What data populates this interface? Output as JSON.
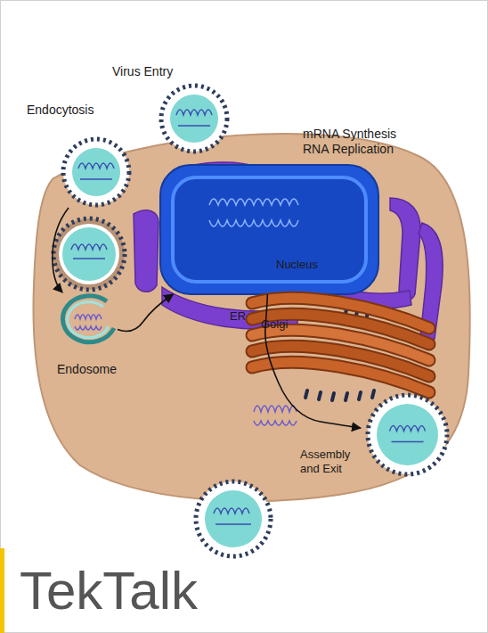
{
  "diagram": {
    "nodes": [
      {
        "text": [
          "Virus Entry"
        ]
      },
      {
        "text": [
          "Endocytosis"
        ]
      },
      {
        "text": [
          "Nucleus"
        ]
      },
      {
        "text": [
          "ER"
        ]
      },
      {
        "text": [
          "Golgi"
        ]
      },
      {
        "text": [
          "Endosome"
        ]
      },
      {
        "text": [
          "Assembly and Exit"
        ]
      }
    ],
    "edges": [
      {
        "from": 1,
        "to": 5,
        "arrow": "to"
      },
      {
        "from": 5,
        "to": 2,
        "arrow": "to"
      },
      {
        "from": 2,
        "to": 6,
        "arrow": "to"
      }
    ],
    "labels": [
      "mRNA Synthesis",
      "RNA Replication",
      "TekTalk"
    ]
  }
}
